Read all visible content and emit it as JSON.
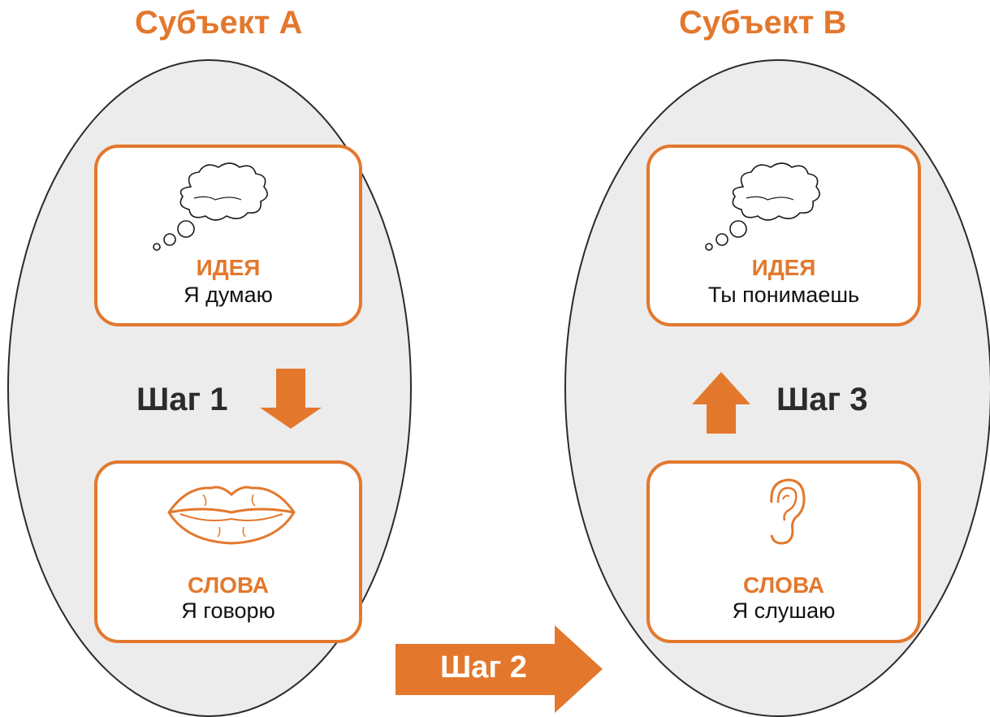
{
  "subject_a": {
    "title": "Субъект А",
    "idea": {
      "heading": "ИДЕЯ",
      "text": "Я думаю",
      "icon": "thought-cloud-icon"
    },
    "words": {
      "heading": "СЛОВА",
      "text": "Я говорю",
      "icon": "lips-icon"
    },
    "step_label": "Шаг 1"
  },
  "subject_b": {
    "title": "Субъект В",
    "idea": {
      "heading": "ИДЕЯ",
      "text": "Ты понимаешь",
      "icon": "thought-cloud-icon"
    },
    "words": {
      "heading": "СЛОВА",
      "text": "Я слушаю",
      "icon": "ear-icon"
    },
    "step_label": "Шаг 3"
  },
  "transfer": {
    "step_label": "Шаг 2"
  },
  "colors": {
    "accent": "#e3782d",
    "ellipse_fill": "#ececec",
    "ellipse_stroke": "#2b2b2b",
    "text_dark": "#2b2b2b"
  }
}
